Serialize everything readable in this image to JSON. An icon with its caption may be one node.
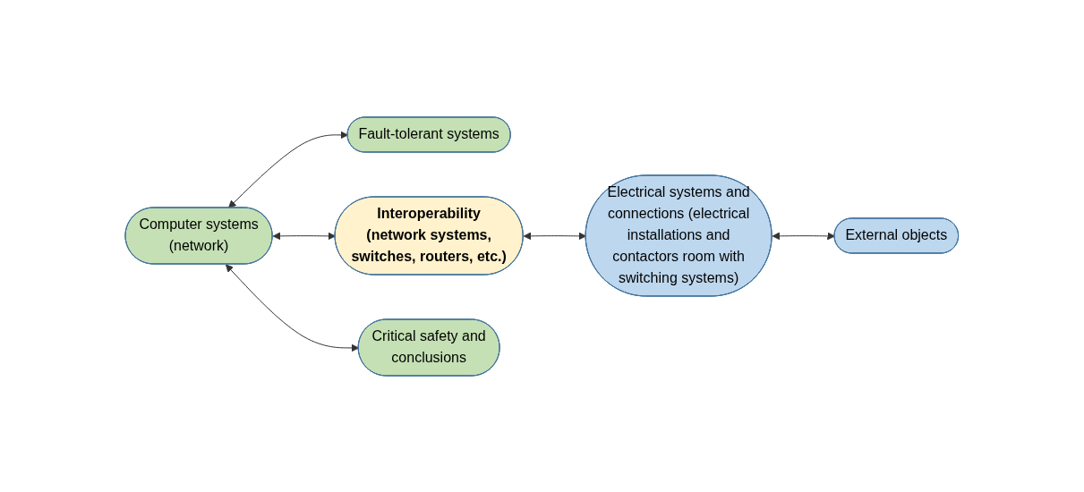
{
  "diagram": {
    "nodes": [
      {
        "text": [
          "Computer systems (network)"
        ]
      },
      {
        "text": [
          "Fault-tolerant systems"
        ]
      },
      {
        "text": [
          "Interoperability (network systems, switches, routers, etc.)"
        ]
      },
      {
        "text": [
          "Electrical systems and connections (electrical installations and contactors room with switching systems)"
        ]
      },
      {
        "text": [
          "External objects"
        ]
      },
      {
        "text": [
          "Critical safety and conclusions"
        ]
      }
    ],
    "edges": [
      {
        "from": 0,
        "to": 1,
        "arrow": "both"
      },
      {
        "from": 0,
        "to": 2,
        "arrow": "both"
      },
      {
        "from": 2,
        "to": 3,
        "arrow": "both"
      },
      {
        "from": 3,
        "to": 4,
        "arrow": "both"
      },
      {
        "from": 0,
        "to": 5,
        "arrow": "both"
      }
    ]
  }
}
